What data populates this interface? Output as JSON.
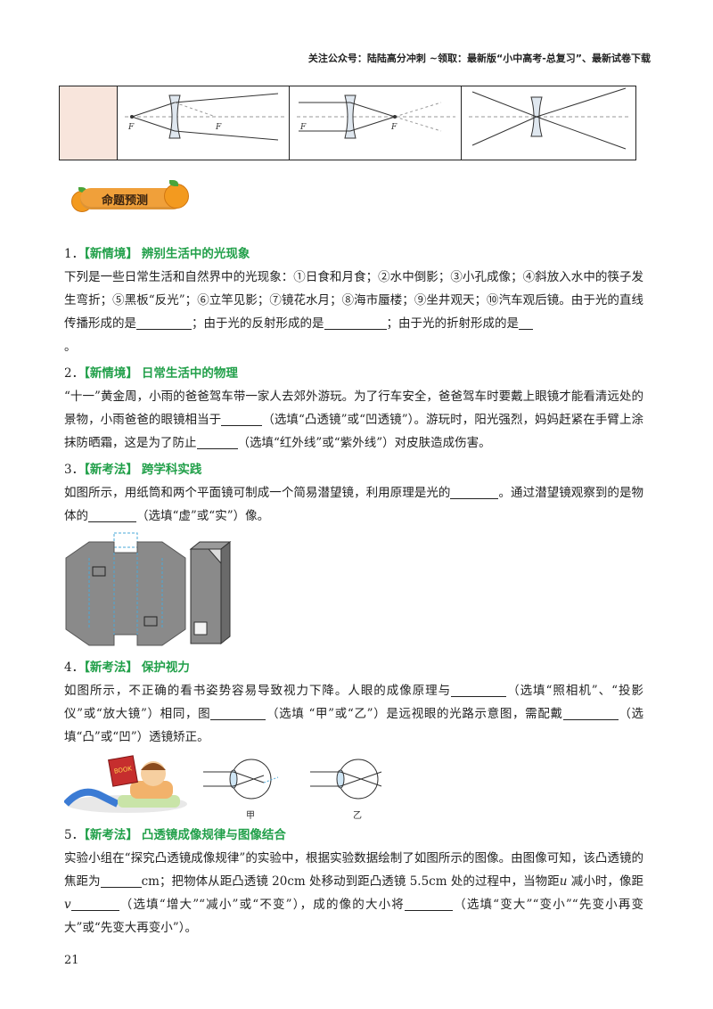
{
  "header_note": "关注公众号：陆陆高分冲刺  ~领取：最新版“小中高考-总复习”、最新试卷下载",
  "lens_table": {
    "focus_labels": [
      "F",
      "F"
    ]
  },
  "badge_label": "命题预测",
  "questions": [
    {
      "num": "1．",
      "tag": "【新情境】",
      "topic": "辨别生活中的光现象",
      "paragraphs": [
        "下列是一些日常生活和自然界中的光现象：①日食和月食；②水中倒影；③小孔成像；④斜放入水中的筷子发生弯折；⑤黑板“反光”；⑥立竿见影；⑦镜花水月；⑧海市蜃楼；⑨坐井观天；⑩汽车观后镜。由于光的直线传播形成的是",
        "；由于光的反射形成的是",
        "；由于光的折射形成的是",
        "。"
      ]
    },
    {
      "num": "2．",
      "tag": "【新情境】",
      "topic": "日常生活中的物理",
      "paragraphs": [
        "“十一”黄金周，小雨的爸爸驾车带一家人去郊外游玩。为了行车安全，爸爸驾车时要戴上眼镜才能看清远处的景物，小雨爸爸的眼镜相当于",
        "（选填“凸透镜”或“凹透镜”）。游玩时，阳光强烈，妈妈赶紧在手臂上涂抹防晒霜，这是为了防止",
        "（选填“红外线”或“紫外线”）对皮肤造成伤害。"
      ]
    },
    {
      "num": "3．",
      "tag": "【新考法】",
      "topic": "跨学科实践",
      "paragraphs": [
        "如图所示，用纸筒和两个平面镜可制成一个简易潜望镜，利用原理是光的",
        "。通过潜望镜观察到的是物体的",
        "（选填“虚”或“实”）像。"
      ]
    },
    {
      "num": "4．",
      "tag": "【新考法】",
      "topic": "保护视力",
      "paragraphs": [
        "如图所示，不正确的看书姿势容易导致视力下降。人眼的成像原理与",
        "（选填“照相机”、“投影仪”或“放大镜”）相同，图",
        "（选填 “甲”或“乙”）是远视眼的光路示意图，需配戴",
        "（选填“凸”或“凹”）透镜矫正。"
      ],
      "figure_labels": [
        "甲",
        "乙"
      ],
      "book_text": "BOOK"
    },
    {
      "num": "5．",
      "tag": "【新考法】",
      "topic": "凸透镜成像规律与图像结合",
      "paragraphs": [
        "实验小组在“探究凸透镜成像规律”的实验中，根据实验数据绘制了如图所示的图像。由图像可知，该凸透镜的焦距为",
        "cm；把物体从距凸透镜 20cm 处移动到距凸透镜 5.5cm  处的过程中，当物距",
        "u",
        " 减小时，像距",
        "v",
        "（选填“增大”“减小”或“不变”），成的像的大小将",
        "（选填“变大”“变小”“先变小再变大”或“先变大再变小”）。"
      ]
    }
  ],
  "page_number": "21"
}
